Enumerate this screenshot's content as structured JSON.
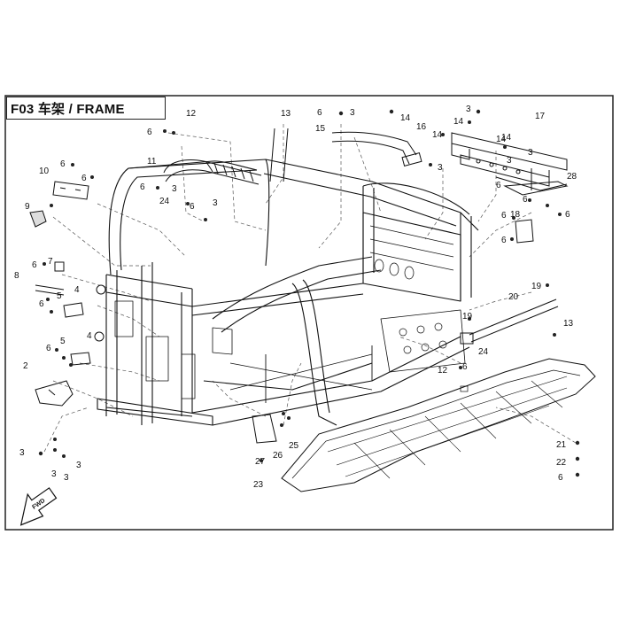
{
  "diagram": {
    "title": "F03 车架 / FRAME",
    "direction_label": "FWD",
    "callouts": [
      {
        "id": "c12a",
        "text": "12"
      },
      {
        "id": "c6a",
        "text": "6"
      },
      {
        "id": "c13a",
        "text": "13"
      },
      {
        "id": "c6b",
        "text": "6"
      },
      {
        "id": "c3a",
        "text": "3"
      },
      {
        "id": "c15",
        "text": "15"
      },
      {
        "id": "c14a",
        "text": "14"
      },
      {
        "id": "c16",
        "text": "16"
      },
      {
        "id": "c3b",
        "text": "3"
      },
      {
        "id": "c14b",
        "text": "14"
      },
      {
        "id": "c17",
        "text": "17"
      },
      {
        "id": "c14c",
        "text": "14"
      },
      {
        "id": "c14d",
        "text": "14"
      },
      {
        "id": "c3c",
        "text": "3"
      },
      {
        "id": "c11",
        "text": "11"
      },
      {
        "id": "c10",
        "text": "10"
      },
      {
        "id": "c6c",
        "text": "6"
      },
      {
        "id": "c6d",
        "text": "6"
      },
      {
        "id": "c6e",
        "text": "6"
      },
      {
        "id": "c3d",
        "text": "3"
      },
      {
        "id": "c24a",
        "text": "24"
      },
      {
        "id": "c6f",
        "text": "6"
      },
      {
        "id": "c3e",
        "text": "3"
      },
      {
        "id": "c9",
        "text": "9"
      },
      {
        "id": "c3f",
        "text": "3"
      },
      {
        "id": "c14e",
        "text": "14"
      },
      {
        "id": "c3g",
        "text": "3"
      },
      {
        "id": "c28",
        "text": "28"
      },
      {
        "id": "c6g",
        "text": "6"
      },
      {
        "id": "c6h",
        "text": "6"
      },
      {
        "id": "c18",
        "text": "18"
      },
      {
        "id": "c6i",
        "text": "6"
      },
      {
        "id": "c6j",
        "text": "6"
      },
      {
        "id": "c6k",
        "text": "6"
      },
      {
        "id": "c6l",
        "text": "6"
      },
      {
        "id": "c7",
        "text": "7"
      },
      {
        "id": "c8",
        "text": "8"
      },
      {
        "id": "c4a",
        "text": "4"
      },
      {
        "id": "c5a",
        "text": "5"
      },
      {
        "id": "c6m",
        "text": "6"
      },
      {
        "id": "c19a",
        "text": "19"
      },
      {
        "id": "c20",
        "text": "20"
      },
      {
        "id": "c13b",
        "text": "13"
      },
      {
        "id": "c19b",
        "text": "19"
      },
      {
        "id": "c4b",
        "text": "4"
      },
      {
        "id": "c5b",
        "text": "5"
      },
      {
        "id": "c6n",
        "text": "6"
      },
      {
        "id": "c24b",
        "text": "24"
      },
      {
        "id": "c12b",
        "text": "12"
      },
      {
        "id": "c6o",
        "text": "6"
      },
      {
        "id": "c2",
        "text": "2"
      },
      {
        "id": "c3h",
        "text": "3"
      },
      {
        "id": "c3i",
        "text": "3"
      },
      {
        "id": "c3j",
        "text": "3"
      },
      {
        "id": "c3k",
        "text": "3"
      },
      {
        "id": "c25",
        "text": "25"
      },
      {
        "id": "c27",
        "text": "27"
      },
      {
        "id": "c26",
        "text": "26"
      },
      {
        "id": "c23",
        "text": "23"
      },
      {
        "id": "c21",
        "text": "21"
      },
      {
        "id": "c22",
        "text": "22"
      },
      {
        "id": "c6p",
        "text": "6"
      }
    ]
  }
}
